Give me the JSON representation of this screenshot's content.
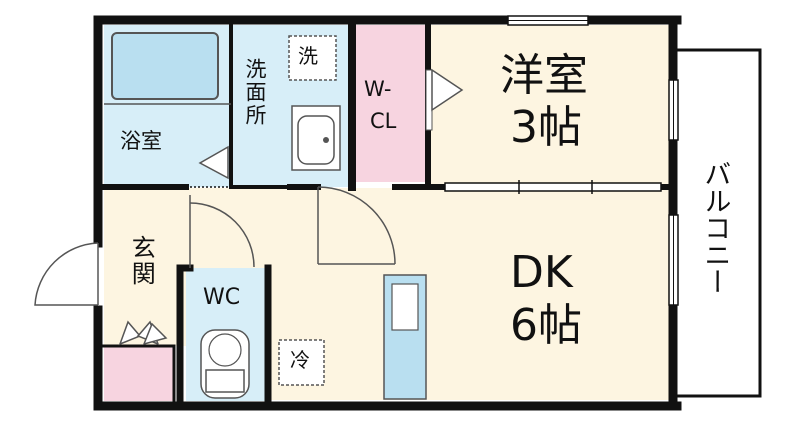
{
  "rooms": {
    "bath": {
      "label": "浴室"
    },
    "washroom": {
      "label": "洗面所"
    },
    "washer": {
      "label": "洗"
    },
    "closet": {
      "label1": "W-",
      "label2": "CL"
    },
    "western": {
      "label1": "洋室",
      "label2": "3帖"
    },
    "dk": {
      "label1": "DK",
      "label2": "6帖"
    },
    "entrance": {
      "label": "玄関"
    },
    "wc": {
      "label": "WC"
    },
    "fridge": {
      "label": "冷"
    },
    "balcony": {
      "label": "バルコニー"
    }
  },
  "colors": {
    "wall": "#111111",
    "wet_area": "#d7eef8",
    "closet": "#f7d4e0",
    "room": "#fdf5e1",
    "balcony": "#ffffff",
    "fixture": "#b9dff0"
  }
}
